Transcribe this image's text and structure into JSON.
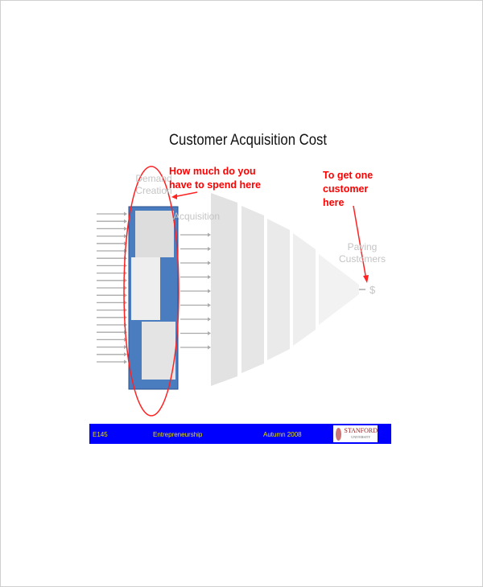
{
  "slide": {
    "title": "Customer Acquisition Cost",
    "labels": {
      "demand": "Demand Creation",
      "acquisition": "Acquisition",
      "paying": "Paying Customers",
      "dollar": "$"
    },
    "annotations": {
      "left": "How much do you have to spend here",
      "right": "To get one customer here"
    },
    "footer": {
      "course": "E145",
      "subject": "Entrepreneurship",
      "term": "Autumn 2008",
      "logo": "STANFORD UNIVERSITY"
    },
    "colors": {
      "accent": "#ff0000",
      "footer_bg": "#0000ff",
      "footer_text": "#e8e000",
      "panel": "#4a7cc0"
    }
  }
}
